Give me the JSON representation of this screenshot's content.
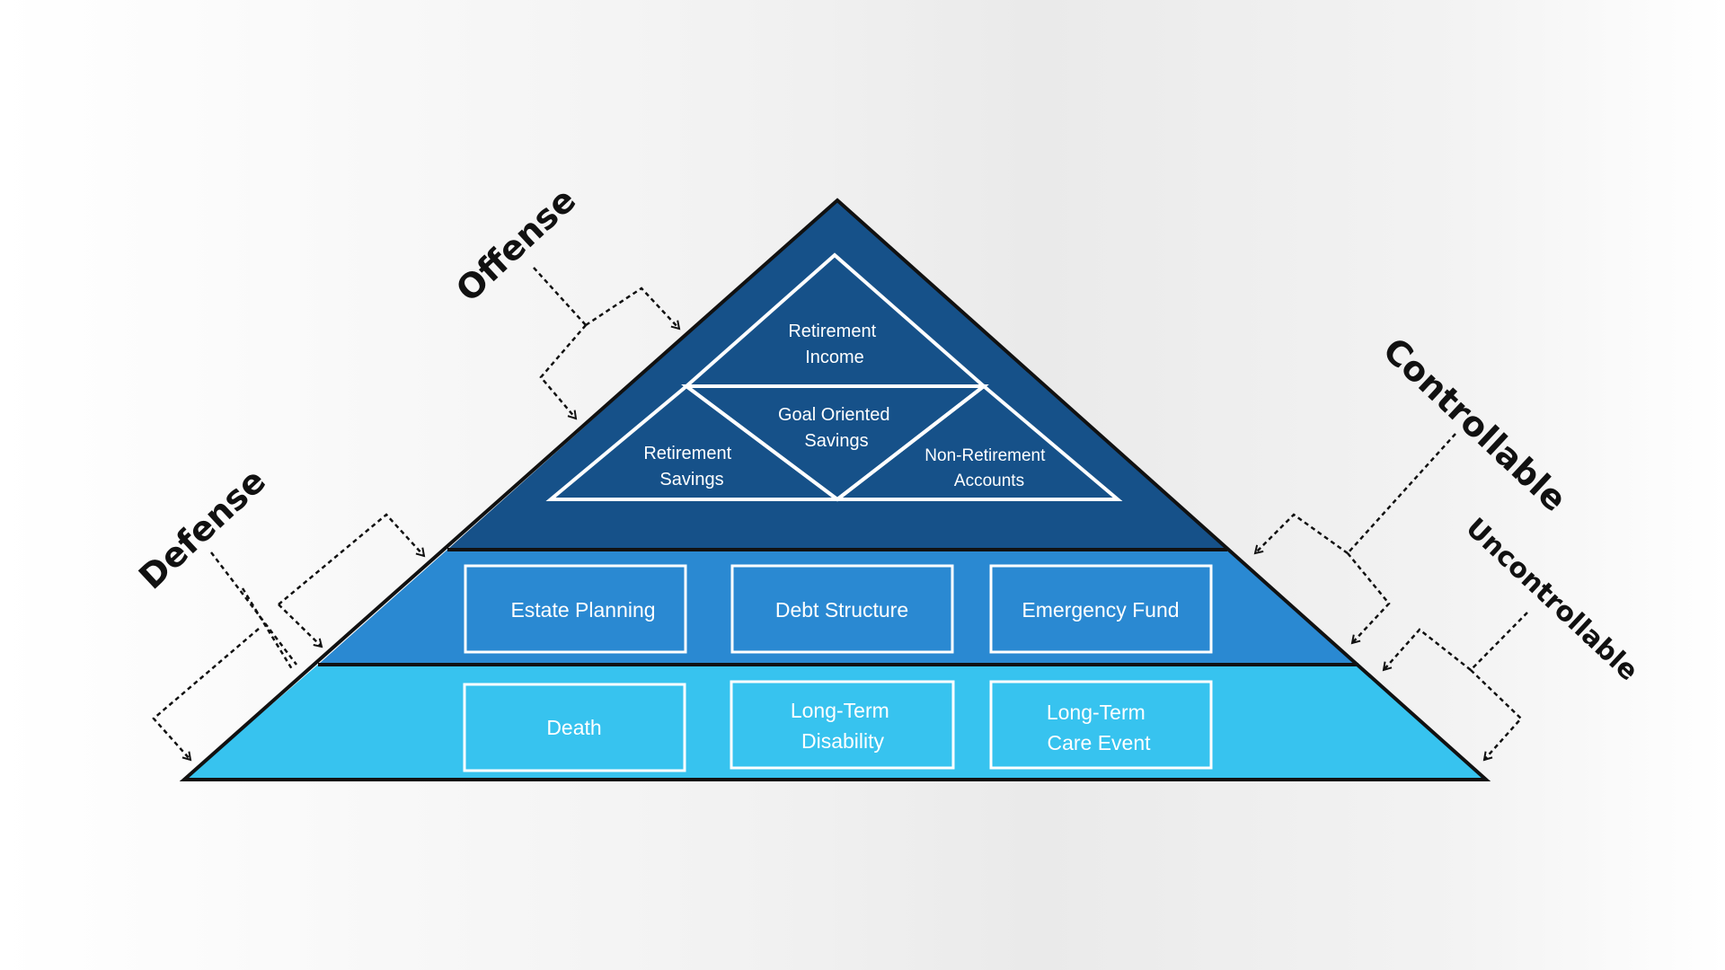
{
  "colors": {
    "top_tier": "#165189",
    "middle_tier": "#2a89d2",
    "bottom_tier": "#37c3ef",
    "outline": "#111111",
    "box_stroke": "#ffffff"
  },
  "top": {
    "retirement_income": [
      "Retirement",
      "Income"
    ],
    "goal_oriented_savings": [
      "Goal Oriented",
      "Savings"
    ],
    "retirement_savings": [
      "Retirement",
      "Savings"
    ],
    "non_retirement_accounts": [
      "Non-Retirement",
      "Accounts"
    ]
  },
  "middle": {
    "estate_planning": "Estate Planning",
    "debt_structure": "Debt Structure",
    "emergency_fund": "Emergency Fund"
  },
  "bottom": {
    "death": "Death",
    "long_term_disability": [
      "Long-Term",
      "Disability"
    ],
    "long_term_care_event": [
      "Long-Term",
      "Care Event"
    ]
  },
  "side_labels": {
    "offense": "Offense",
    "defense": "Defense",
    "controllable": "Controllable",
    "uncontrollable": "Uncontrollable"
  }
}
